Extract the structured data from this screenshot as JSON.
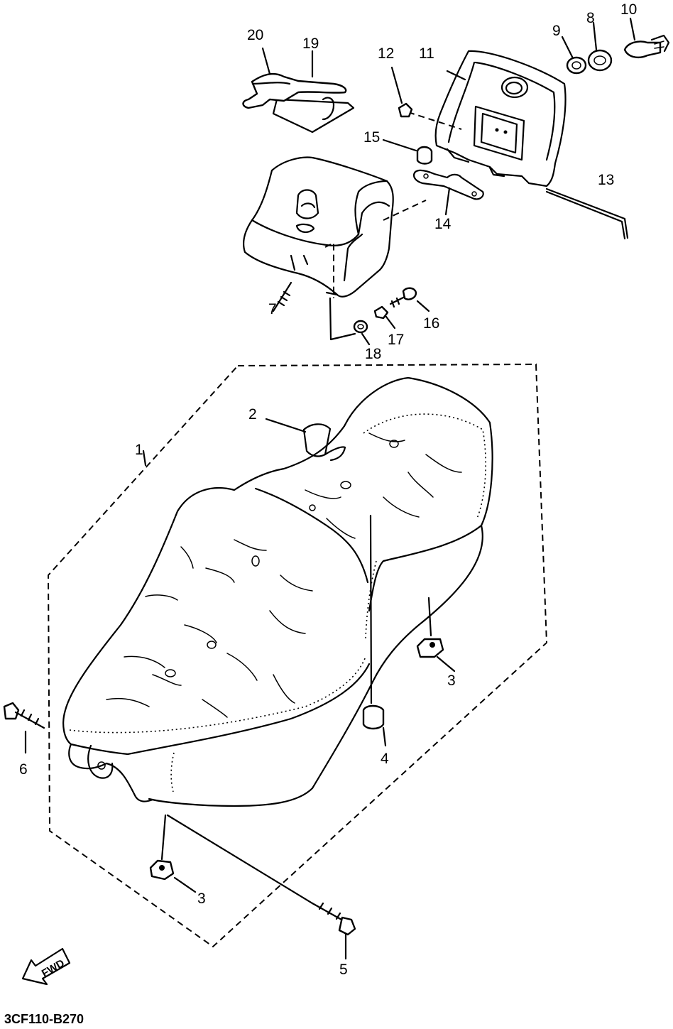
{
  "drawing_code": "3CF110-B270",
  "fwd_label": "FWD",
  "callouts": {
    "c1": "1",
    "c2": "2",
    "c3a": "3",
    "c3b": "3",
    "c4": "4",
    "c5": "5",
    "c6": "6",
    "c7": "7",
    "c8": "8",
    "c9": "9",
    "c10": "10",
    "c11": "11",
    "c12": "12",
    "c13": "13",
    "c14": "14",
    "c15": "15",
    "c16": "16",
    "c17": "17",
    "c18": "18",
    "c19": "19",
    "c20": "20"
  }
}
